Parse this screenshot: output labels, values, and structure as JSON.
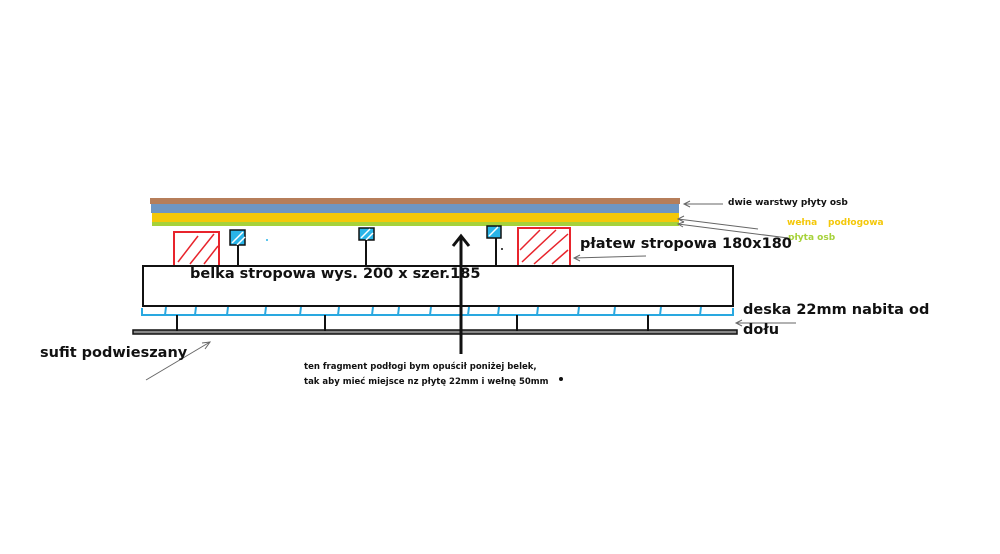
{
  "colors": {
    "osb_top": "#b67e5a",
    "osb_second": "#6f96c2",
    "wool": "#f4c80a",
    "osb_bottom": "#a6d23a",
    "purlin": "#e8242c",
    "batten": "#29b4e8",
    "ceiling_board": "#29a8e0",
    "line": "#111111"
  },
  "labels": {
    "osb_layers": "dwie warstwy płyty osb",
    "wool_a": "wełna",
    "wool_b": "podłogowa",
    "osb_plate": "płyta osb",
    "purlin": "płatew stropowa 180x180",
    "beam": "belka stropowa wys. 200 x szer.185",
    "board_line1": "deska 22mm nabita od",
    "board_line2": "dołu",
    "ceiling": "sufit podwieszany",
    "note_line1": "ten fragment podłogi bym opuścił poniżej belek,",
    "note_line2": "tak aby mieć miejsce nz płytę 22mm i wełnę 50mm"
  },
  "icons": {
    "arrow": "arrow-up-icon"
  }
}
